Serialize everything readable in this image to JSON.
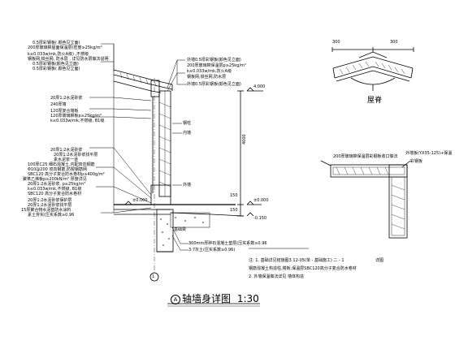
{
  "title": "轴墙身详图",
  "title_mark": "A",
  "title_scale": "1:30",
  "ridge_label": "屋脊",
  "dims": {
    "ridge_left": "300",
    "ridge_right": "300",
    "elev_top": "4.000",
    "elev_ground": "±0.000",
    "elev_low": "-0.150",
    "height_4000": "4000",
    "height_150": "150",
    "height_150b": "150"
  },
  "left_notes": [
    "0.5厚彩钢板( 颜色见立面)",
    "200厚玻璃棉屋面保温层(密度≥25kg/m³",
    "k≤0.033w/mk,防火A级) ,不燃级",
    "钢板网,铁丝网, 防水层 , 详见防水层做法说明",
    "0.5厚彩钢板(颜色见立面)",
    "0.5厚彩钢板( 颜色见立面)",
    "20厚1:2水泥砂浆",
    "240厚墙",
    "120厚复合墙板",
    "120厚玻璃棉板p≥25kg/m³",
    "k≤0.033w/mk,不燃级, B1级.",
    "20厚1:2水泥砂浆",
    "20厚1:2水泥砂浆找平层",
    "素水泥浆一道",
    "100厚C25 细石混凝土,内配双向钢筋",
    "Φ10@200 双向钢筋,防裂钢筋网",
    "SBC120 高分子复合防水卷材p≥400g/m²",
    "聚苯乙烯板p≥200kN/m² 厚度详见",
    "20厚1:2水泥砂浆, p≥25kg/m³",
    "k≤0.033w/mk,不燃级, B1级",
    "SBC120 高分子复合防水卷材",
    "20厚1:2水泥砂浆保护层",
    "20厚1:2水泥砂浆找平层",
    "15厚聚合物水泥基防水涂料",
    "素土夯实(压实系数≥0.96"
  ],
  "right_callouts": [
    "外墙0.5厚彩钢板(颜色见立面)",
    "200厚玻璃棉保温层p≥25kg/m³",
    "k≤0.033w/mk,防火A级",
    "钢板网,铁丝网,防水层",
    "外墙0.5厚彩钢板(颜色见立面)"
  ],
  "wall_marks": [
    "钢柱",
    "内墙",
    "外墙"
  ],
  "section_right_label_a": "200厚玻璃棉保温层彩钢板收口做法",
  "section_right_label_b": "外墙板(YX35-125)+保温",
  "section_right_label_c": "彩钢板",
  "base_note_a": "300mm厚碎石混凝土垫层(压实系数≥0.96",
  "base_note_b": "3:7灰土(压实系数≥0.96)",
  "bottom_note_a": "注: 1. 基础详见结施图3.12-05(单 - 基础施工) 二 - 1",
  "bottom_note_b": "钢筋混凝土构造柱,楼板,保温层SBC120高分子复合防水卷材",
  "bottom_note_c": "2. 外墙保温做法详见 墙体构造",
  "small_tag": "详图",
  "foot_tag": "1",
  "foundation_label": "基础梁"
}
